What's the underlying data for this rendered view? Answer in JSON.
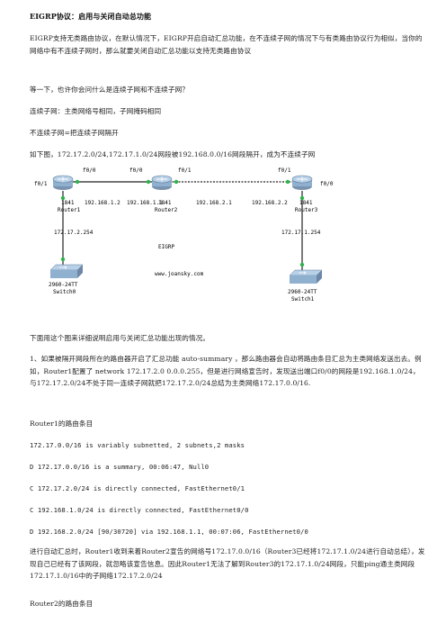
{
  "title": "EIGRP协议：启用与关闭自动总功能",
  "para1": "EIGRP支持无类路由协议，在默认情况下，EIGRP开启自动汇总功能，在不连续子网的情况下与有类路由协议行为相似，当你的网络中有不连续子网时，那么就要关闭自动汇总功能以支持无类路由协议",
  "para2": "等一下，也许你会问什么是连续子网和不连续子网？",
  "para3": "连续子网：主类网络号相同，子网掩码相同",
  "para4": "不连续子网=把连续子网隔开",
  "para5": "如下图，172.17.2.0/24,172.17.1.0/24网段被192.168.0.0/16网段隔开，成为不连续子网",
  "diagram": {
    "r1_if_top": "f0/0",
    "r1_if_left": "f0/1",
    "r1_model": "1841",
    "r1_name": "Router1",
    "r1_ip_right": "192.168.1.2",
    "r1_ip_down": "172.17.2.254",
    "r2_if_left": "f0/0",
    "r2_if_right": "f0/1",
    "r2_model": "1841",
    "r2_name": "Router2",
    "r2_ip_left": "192.168.1.1",
    "r2_ip_right": "192.168.2.1",
    "r3_if_top": "f0/1",
    "r3_if_right": "f0/0",
    "r3_model": "1841",
    "r3_name": "Router3",
    "r3_ip_left": "192.168.2.2",
    "r3_ip_down": "172.17.1.254",
    "sw0_model": "2960-24TT",
    "sw0_name": "Switch0",
    "sw1_model": "2960-24TT",
    "sw1_name": "Switch1",
    "label_eigrp": "EIGRP",
    "label_site": "www.joansky.com"
  },
  "para6": "下面用这个图来详细说明启用与关闭汇总功能出现的情况。",
  "para7": "1、如果被隔开网段所在的路由器开启了汇总功能 auto-summary ，那么路由器会自动将路由条目汇总为主类网络发送出去。例如，Router1配置了 network 172.17.2.0 0.0.0.255，但是进行网络宣告时，发现送出端口f0/0的网段是192.168.1.0/24，与172.17.2.0/24不处于同一连续子网就把172.17.2.0/24总结为主类网络172.17.0.0/16.",
  "r1_table_title": "Router1的路由条目",
  "route1": "172.17.0.0/16 is variably subnetted, 2 subnets,2 masks",
  "route2": "D 172.17.0.0/16 is a summary, 00:06:47, Null0",
  "route3": "C 172.17.2.0/24 is directly connected, FastEthernet0/1",
  "route4": "C 192.168.1.0/24 is directly connected, FastEthernet0/0",
  "route5": "D 192.168.2.0/24 [90/30720] via 192.168.1.1, 00:07:06, FastEthernet0/0",
  "para8": "进行自动汇总时，Router1收到来着Router2宣告的网络号172.17.0.0/16（Router3已经将172.17.1.0/24进行自动总结），发现自己已经有了该网段，就忽略该宣告信息。因此Router1无法了解到Router3的172.17.1.0/24网段，只能ping通主类网段172.17.1.0/16中的子网络172.17.2.0/24",
  "r2_table_title": "Router2的路由条目"
}
